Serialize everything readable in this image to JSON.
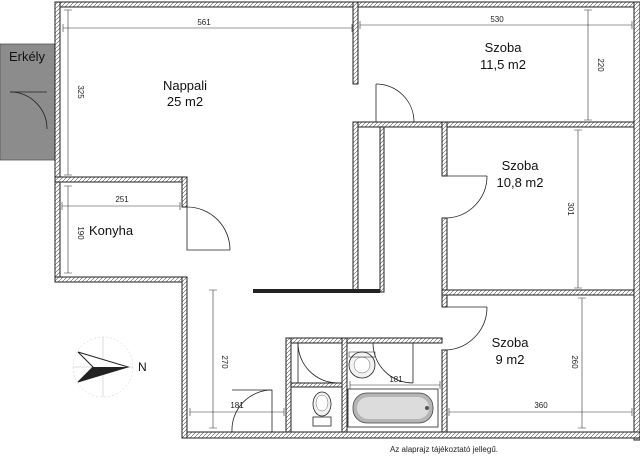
{
  "colors": {
    "wall": "#222222",
    "balcony": "#8c8c8c",
    "background": "#ffffff"
  },
  "rooms": {
    "erkely": {
      "name": "Erkély"
    },
    "nappali": {
      "name": "Nappali",
      "area": "25 m2"
    },
    "szoba1": {
      "name": "Szoba",
      "area": "11,5 m2"
    },
    "szoba2": {
      "name": "Szoba",
      "area": "10,8 m2"
    },
    "szoba3": {
      "name": "Szoba",
      "area": "9 m2"
    },
    "konyha": {
      "name": "Konyha"
    }
  },
  "dimensions": {
    "d561": "561",
    "d530": "530",
    "d325": "325",
    "d220": "220",
    "d251": "251",
    "d190": "190",
    "d301": "301",
    "d270": "270",
    "d181a": "181",
    "d181b": "181",
    "d360": "360",
    "d260": "260"
  },
  "compass": {
    "north_label": "N",
    "icon": "compass-icon"
  },
  "note": "Az alaprajz tájékoztató jellegű."
}
